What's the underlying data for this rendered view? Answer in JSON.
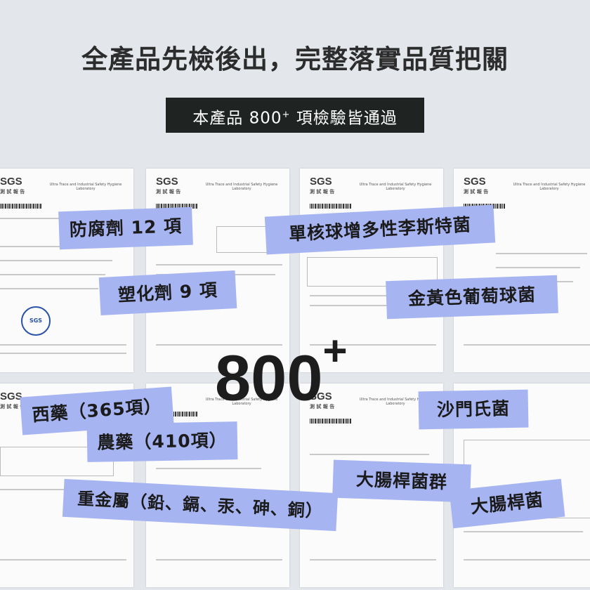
{
  "headline": "全產品先檢後出，完整落實品質把關",
  "subheading": {
    "text": "本產品 800",
    "sup": "+",
    "rest": " 項檢驗皆通過"
  },
  "big_number": {
    "value": "800",
    "sup": "+"
  },
  "documents": [
    {
      "logo": "SGS",
      "subtitle": "測 試 報 告",
      "lab": "Ultra Trace and Industrial Safety Hygiene Laboratory"
    },
    {
      "logo": "SGS",
      "subtitle": "測 試 報 告",
      "lab": "Ultra Trace and Industrial Safety Hygiene Laboratory"
    },
    {
      "logo": "SGS",
      "subtitle": "測 試 報 告",
      "lab": "Ultra Trace and Industrial Safety Hygiene Laboratory"
    },
    {
      "logo": "SGS",
      "subtitle": "測 試 報 告",
      "lab": "Ultra Trace and Industrial Safety Hygiene Laboratory"
    },
    {
      "logo": "SGS",
      "subtitle": "測 試 報 告",
      "lab": ""
    },
    {
      "logo": "",
      "subtitle": "",
      "lab": "Ultra Trace and Industrial Safety Hygiene Laboratory"
    },
    {
      "logo": "SGS",
      "subtitle": "測 試 報 告",
      "lab": "Ultra Trace and Industrial Safety Hygiene Laboratory"
    },
    {
      "logo": "",
      "subtitle": "",
      "lab": ""
    }
  ],
  "stamp": "SGS",
  "tags": [
    "防腐劑 12 項",
    "單核球增多性李斯特菌",
    "塑化劑 9 項",
    "金黃色葡萄球菌",
    "西藥（365項）",
    "沙門氏菌",
    "農藥（410項）",
    "大腸桿菌群",
    "重金屬（鉛、鎘、汞、砷、銅）",
    "大腸桿菌"
  ],
  "colors": {
    "background": "#e3e7ec",
    "tag": "#a7b4f2",
    "dark_box": "#1f2423"
  }
}
